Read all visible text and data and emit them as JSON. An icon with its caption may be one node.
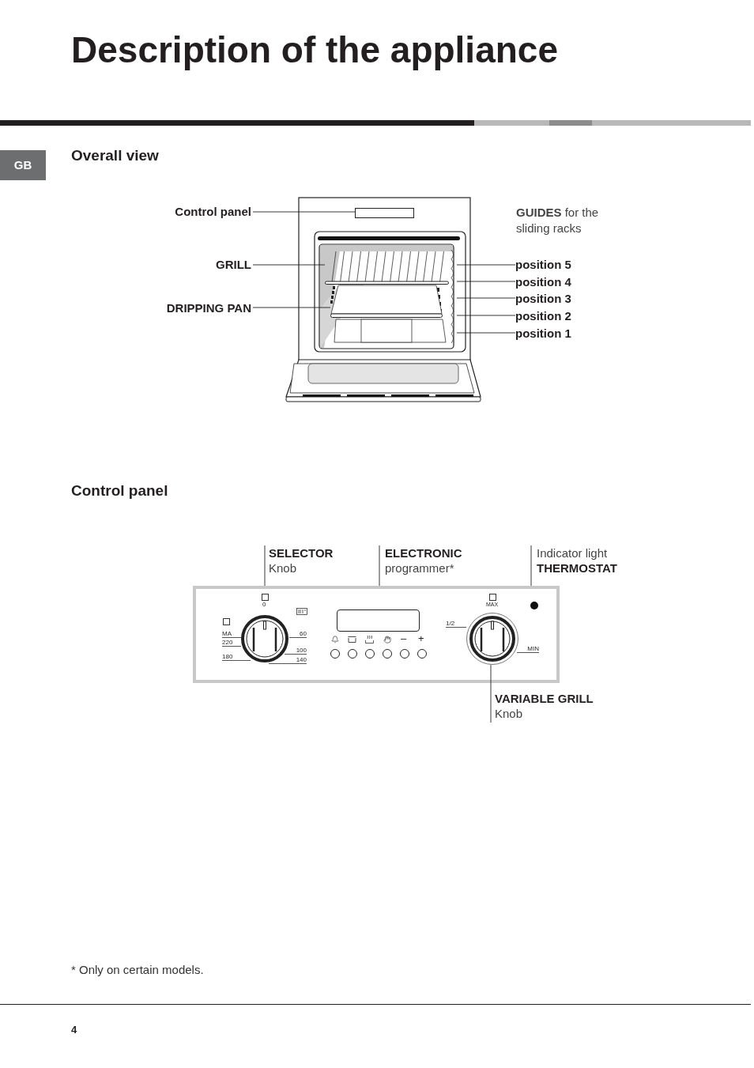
{
  "diagram": {
    "title": "Description of the appliance",
    "nodes": [
      {
        "text": [
          "Control panel"
        ]
      },
      {
        "text": [],
        "shape": "box"
      },
      {
        "text": [
          "GRILL"
        ]
      },
      {
        "text": [
          "DRIPPING PAN"
        ]
      },
      {
        "text": [
          "position 5"
        ]
      },
      {
        "text": [
          "position 4"
        ]
      },
      {
        "text": [
          "position 3"
        ]
      },
      {
        "text": [
          "position 2"
        ]
      },
      {
        "text": [
          "position 1"
        ]
      },
      {
        "text": [
          "**SELECTOR** Knob"
        ]
      },
      {
        "text": [
          "**ELECTRONIC** programmer*"
        ]
      },
      {
        "text": [
          "Indicator light **THERMOSTAT**"
        ]
      },
      {
        "text": [
          "**VARIABLE GRILL** Knob"
        ]
      },
      {
        "text": [],
        "shape": "box"
      },
      {
        "text": [],
        "shape": "box"
      },
      {
        "text": [],
        "shape": "bar"
      },
      {
        "text": [],
        "shape": "box"
      },
      {
        "text": [],
        "shape": "box",
        "in": 16
      },
      {
        "text": [],
        "shape": "circle",
        "in": 16
      }
    ],
    "edges": [
      {
        "from": 0,
        "to": 1,
        "arrow": "none"
      },
      {
        "from": 2,
        "to": 13,
        "arrow": "none"
      },
      {
        "from": 3,
        "to": 14,
        "arrow": "none"
      },
      {
        "from": 4,
        "to": 15,
        "arrow": "none"
      },
      {
        "from": 5,
        "to": 15,
        "arrow": "none"
      },
      {
        "from": 6,
        "to": 15,
        "arrow": "none"
      },
      {
        "from": 7,
        "to": 15,
        "arrow": "none"
      },
      {
        "from": 8,
        "to": 15,
        "arrow": "none"
      },
      {
        "from": 9,
        "to": 16,
        "arrow": "none"
      },
      {
        "from": 10,
        "to": 16,
        "arrow": "none"
      },
      {
        "from": 11,
        "to": 16,
        "arrow": "none"
      },
      {
        "from": 12,
        "to": 18,
        "arrow": "none"
      }
    ],
    "labels": [
      "GB",
      "Overall view",
      "**GUIDES** for the sliding racks",
      "Control panel",
      "0",
      "MA",
      "220",
      "180",
      "60",
      "100",
      "140",
      "–",
      "+",
      "MAX",
      "1/2",
      "MIN",
      "* Only on certain models.",
      "4"
    ]
  }
}
